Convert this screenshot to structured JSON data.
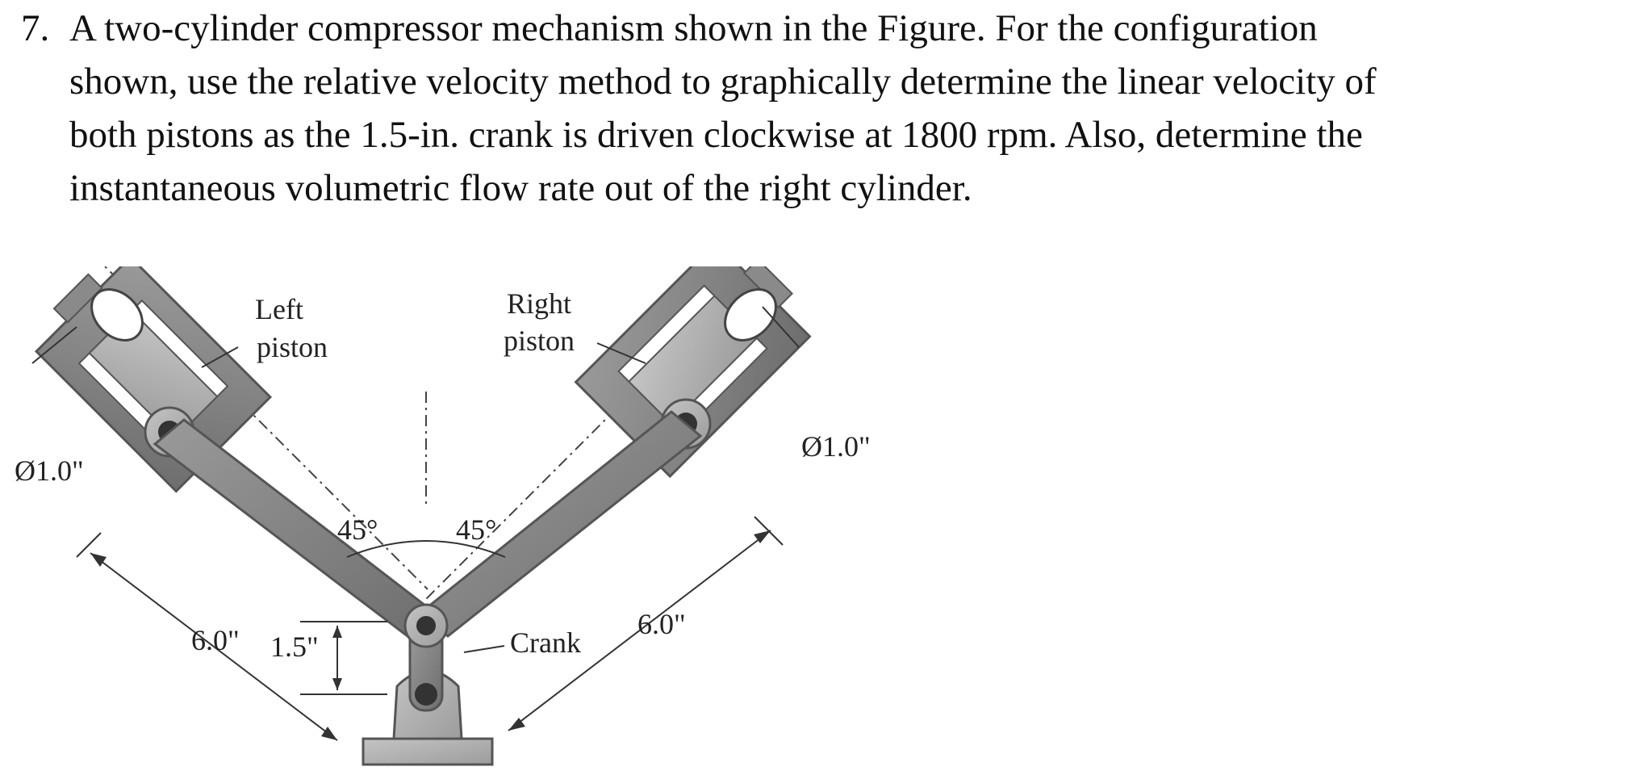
{
  "problem": {
    "number": "7.",
    "lines": [
      "A two-cylinder compressor mechanism shown in the Figure. For the configuration",
      "shown, use the relative velocity method to graphically determine the linear velocity of",
      "both pistons as the 1.5-in. crank is driven clockwise at 1800 rpm. Also, determine the",
      "instantaneous volumetric flow rate out of the right cylinder."
    ]
  },
  "figure": {
    "labels": {
      "left_piston_line1": "Left",
      "left_piston_line2": "piston",
      "right_piston_line1": "Right",
      "right_piston_line2": "piston",
      "left_diameter": "Ø1.0\"",
      "right_diameter": "Ø1.0\"",
      "left_angle": "45°",
      "right_angle": "45°",
      "left_length": "6.0\"",
      "right_length": "6.0\"",
      "crank_length": "1.5\"",
      "crank": "Crank"
    }
  }
}
